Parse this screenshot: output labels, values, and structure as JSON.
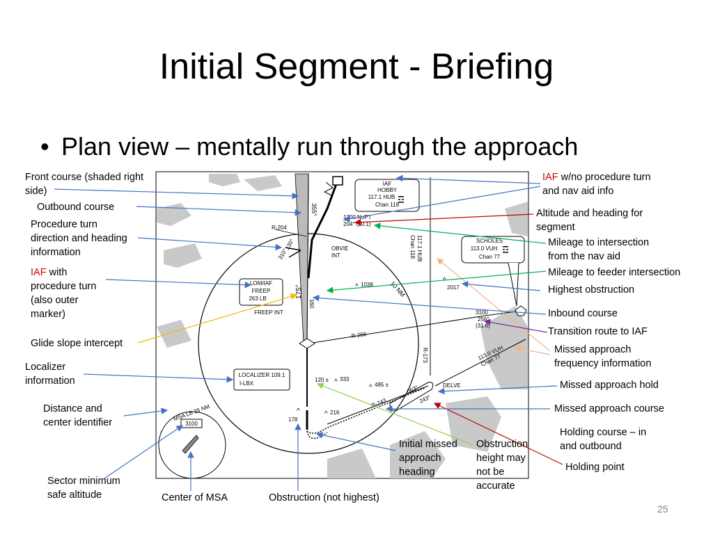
{
  "title": "Initial Segment - Briefing",
  "bullet": "Plan view – mentally run through the approach",
  "page_number": "25",
  "callouts": {
    "front_course": "Front course (shaded right\nside)",
    "outbound_course": "Outbound course",
    "procedure_turn": "Procedure turn\ndirection and heading\ninformation",
    "iaf_with_pt_prefix": "IAF",
    "iaf_with_pt_rest": " with\nprocedure turn\n(also outer\nmarker)",
    "glide_slope": "Glide slope intercept",
    "localizer_info": "Localizer\ninformation",
    "distance_center": "Distance and\ncenter identifier",
    "sector_min": "Sector minimum\nsafe altitude",
    "center_msa": "Center of MSA",
    "obstruction_not_highest": "Obstruction (not highest)",
    "initial_missed": "Initial missed\napproach\nheading",
    "obstruction_height": "Obstruction\nheight may\nnot be\naccurate",
    "holding_point": "Holding point",
    "holding_course": "Holding course – in\nand outbound",
    "missed_course": "Missed approach course",
    "missed_hold": "Missed approach hold",
    "missed_freq": "Missed approach\nfrequency information",
    "transition_route": "Transition route to IAF",
    "inbound_course": "Inbound course",
    "highest_obstruction": "Highest obstruction",
    "mileage_feeder": "Mileage to feeder intersection",
    "mileage_intersection": "Mileage to intersection\nfrom the nav aid",
    "altitude_heading": "Altitude and heading for\nsegment",
    "iaf_no_pt_prefix": "IAF",
    "iaf_no_pt_rest": " w/no procedure turn\nand nav aid info"
  },
  "chart": {
    "iaf_box": [
      "IAF",
      "HOBBY",
      "117.1 HUB",
      "Chan 118"
    ],
    "leg_altitude": "1700 NoPT",
    "leg_heading": "204° (20.1)",
    "scholes_box": [
      "SCHOLES",
      "113.0 VUH",
      "Chan 77"
    ],
    "lom_box": [
      "LOM/IAF",
      "FREEP",
      "263 LB"
    ],
    "freep_int": "FREEP INT",
    "localizer_box": [
      "LOCALIZER 109.1",
      "I-LBX"
    ],
    "msa_label": "MSA LB 25 NM",
    "msa_altitude": "3100",
    "radial_204": "R-204",
    "radial_256": "R-256",
    "radial_243": "R-243",
    "radial_173": "R-173",
    "hub_vertical": "117.1 HUB\nChan 118",
    "vuh_diag": "113.0 VUH\nChan 77",
    "obvie": "OBVIE\nINT",
    "delve": "DELVE",
    "ring_label": "10 NM",
    "transition_alt": "3100",
    "transition_hdg": "256°",
    "transition_dist": "(31.6)",
    "obstacles": [
      "1038",
      "2017",
      "333",
      "485 ±",
      "216",
      "120 ±",
      "178"
    ],
    "course_355": "355°",
    "course_175": "175°",
    "course_130": "130°",
    "course_310": "310°",
    "course_160": "160",
    "course_063": "063°",
    "course_243": "243°"
  }
}
